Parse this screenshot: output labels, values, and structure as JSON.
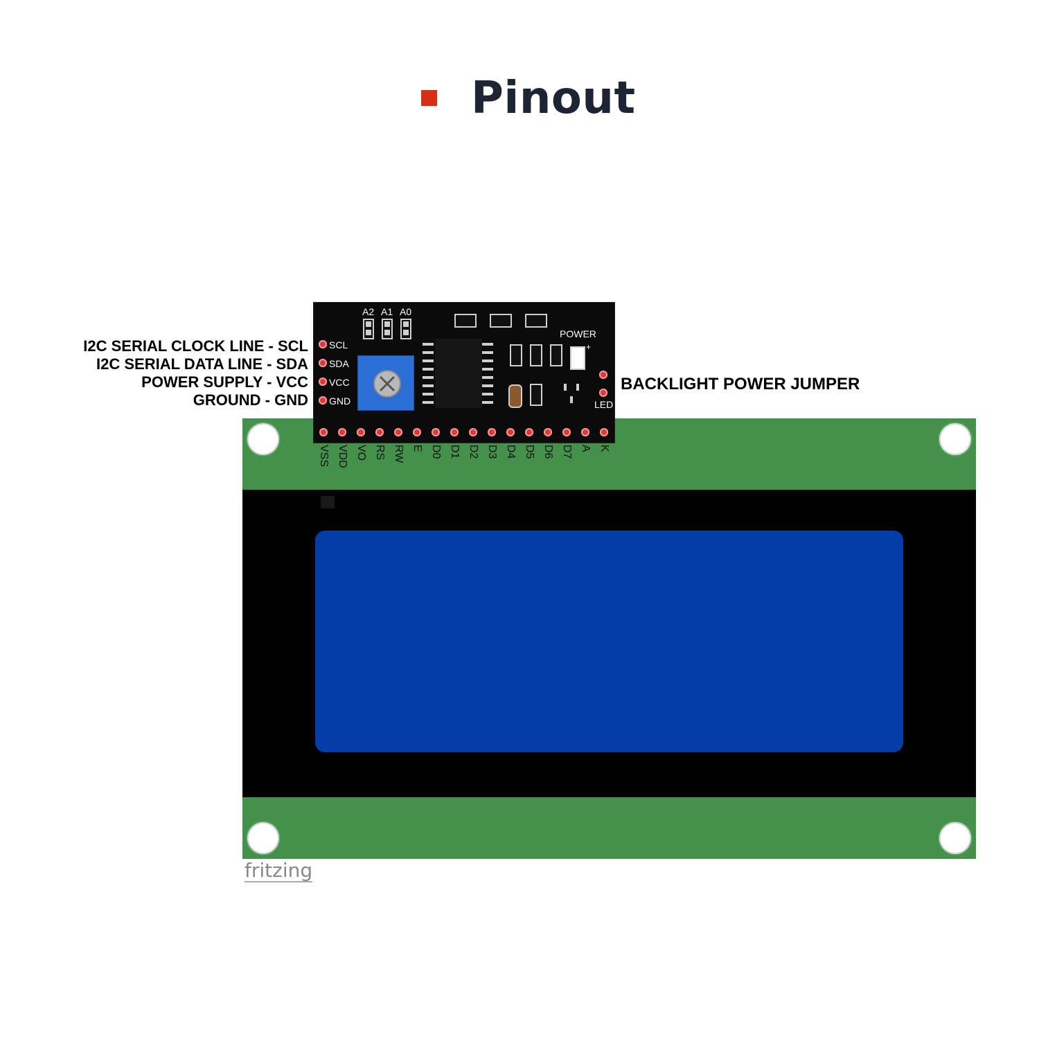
{
  "header": {
    "title": "Pinout",
    "bullet_color": "#d62f13"
  },
  "backpack": {
    "address_labels": [
      "A2",
      "A1",
      "A0"
    ],
    "power_label": "POWER",
    "power_plus": "+",
    "led_label": "LED",
    "side_pins": [
      "SCL",
      "SDA",
      "VCC",
      "GND"
    ],
    "bottom_pins": [
      "VSS",
      "VDD",
      "VO",
      "RS",
      "RW",
      "E",
      "D0",
      "D1",
      "D2",
      "D3",
      "D4",
      "D5",
      "D6",
      "D7",
      "A",
      "K"
    ]
  },
  "annotations": {
    "left": [
      "I2C SERIAL CLOCK LINE - SCL",
      "I2C SERIAL DATA LINE - SDA",
      "POWER SUPPLY - VCC",
      "GROUND - GND"
    ],
    "right": "BACKLIGHT POWER JUMPER"
  },
  "watermark": "fritzing",
  "colors": {
    "pcb_green": "#43914b",
    "screen_blue": "#023da8",
    "backpack_black": "#0b0b0b",
    "pad_red": "#d93a3a"
  }
}
